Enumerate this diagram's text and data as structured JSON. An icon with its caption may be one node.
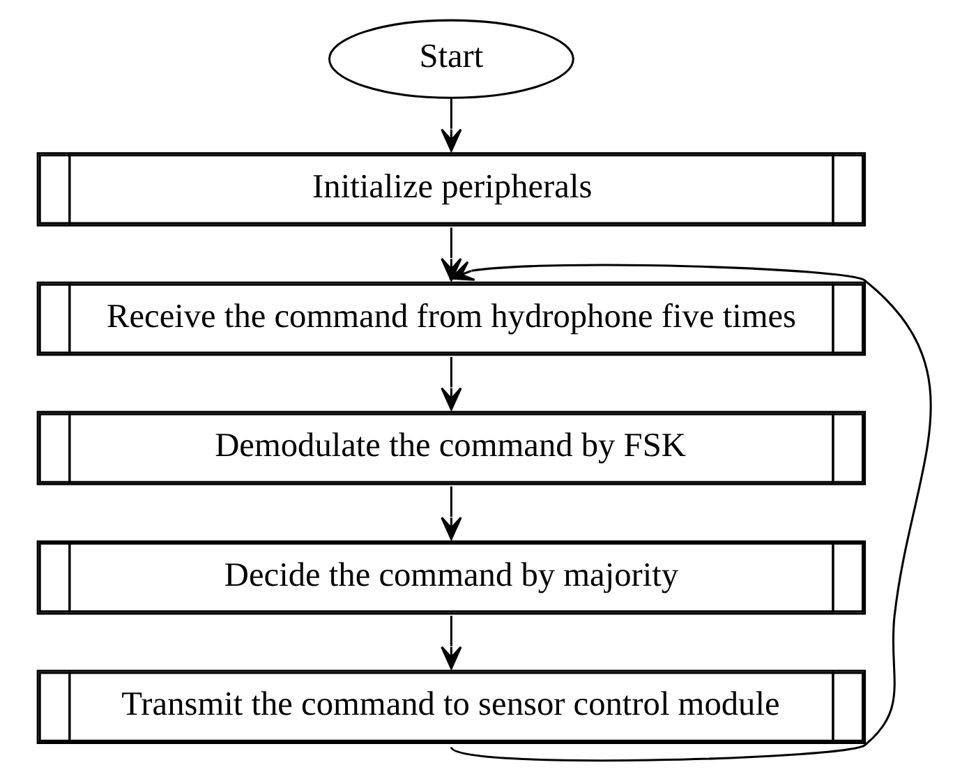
{
  "diagram": {
    "nodes": [
      {
        "text": [
          "Start"
        ]
      },
      {
        "text": [
          "Initialize peripherals"
        ]
      },
      {
        "text": [
          "Receive the command from hydrophone five times"
        ]
      },
      {
        "text": [
          "Demodulate the command by FSK"
        ]
      },
      {
        "text": [
          "Decide the command by majority"
        ]
      },
      {
        "text": [
          "Transmit the command to sensor control module"
        ]
      }
    ],
    "edges": [
      {
        "from": 0,
        "to": 1,
        "arrow": "to"
      },
      {
        "from": 1,
        "to": 2,
        "arrow": "to"
      },
      {
        "from": 2,
        "to": 3,
        "arrow": "to"
      },
      {
        "from": 3,
        "to": 4,
        "arrow": "to"
      },
      {
        "from": 4,
        "to": 5,
        "arrow": "to"
      },
      {
        "from": 5,
        "to": 2,
        "arrow": "to"
      }
    ]
  }
}
